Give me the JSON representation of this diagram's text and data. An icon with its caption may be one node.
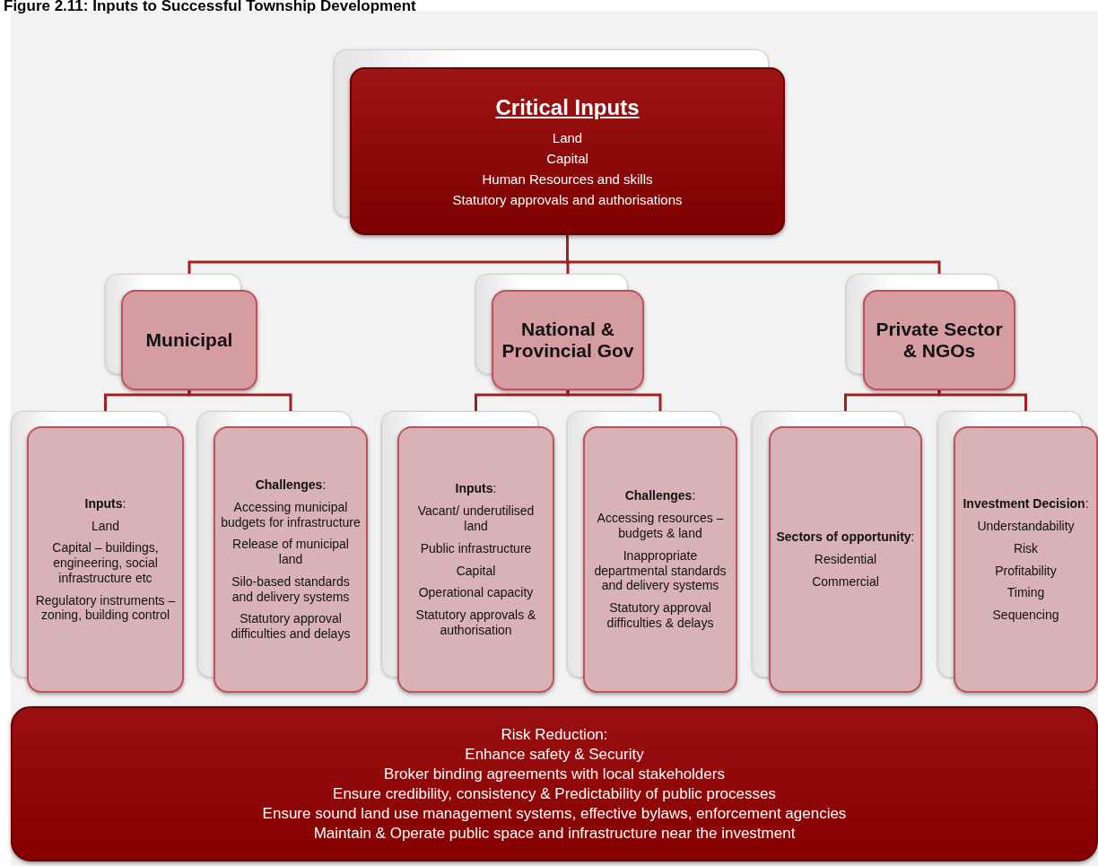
{
  "diagram": {
    "title": "Figure 2.11: Inputs to Successful Township Development",
    "nodes": [
      {
        "text": [
          "Critical Inputs",
          "Land",
          "Capital",
          "Human Resources and skills",
          "Statutory approvals and authorisations"
        ]
      },
      {
        "text": [
          "Municipal"
        ]
      },
      {
        "text": [
          "National & Provincial Gov"
        ]
      },
      {
        "text": [
          "Private Sector & NGOs"
        ]
      },
      {
        "text": [
          "**Inputs**:",
          "Land",
          "Capital – buildings, engineering, social infrastructure etc",
          "Regulatory instruments – zoning, building control"
        ]
      },
      {
        "text": [
          "**Challenges**:",
          "Accessing municipal budgets for infrastructure",
          "Release of municipal land",
          "Silo-based standards and delivery systems",
          "Statutory approval difficulties and delays"
        ]
      },
      {
        "text": [
          "**Inputs**:",
          "Vacant/ underutilised land",
          "Public infrastructure",
          "Capital",
          "Operational capacity",
          "Statutory approvals & authorisation"
        ]
      },
      {
        "text": [
          "**Challenges**:",
          "Accessing resources – budgets & land",
          "Inappropriate departmental standards and delivery systems",
          "Statutory approval difficulties & delays"
        ]
      },
      {
        "text": [
          "**Sectors of opportunity**:",
          "Residential",
          "Commercial"
        ]
      },
      {
        "text": [
          "**Investment Decision**:",
          "Understandability",
          "Risk",
          "Profitability",
          "Timing",
          "Sequencing"
        ]
      },
      {
        "text": [
          "Risk Reduction:",
          "Enhance safety & Security",
          "Broker binding agreements with local stakeholders",
          "Ensure credibility, consistency & Predictability of public processes",
          "Ensure sound land use management systems, effective bylaws, enforcement agencies",
          "Maintain & Operate public space and infrastructure near the investment"
        ]
      }
    ],
    "edges": [
      {
        "from": 0,
        "to": 1,
        "arrow": "none"
      },
      {
        "from": 0,
        "to": 2,
        "arrow": "none"
      },
      {
        "from": 0,
        "to": 3,
        "arrow": "none"
      },
      {
        "from": 1,
        "to": 4,
        "arrow": "none"
      },
      {
        "from": 1,
        "to": 5,
        "arrow": "none"
      },
      {
        "from": 2,
        "to": 6,
        "arrow": "none"
      },
      {
        "from": 2,
        "to": 7,
        "arrow": "none"
      },
      {
        "from": 3,
        "to": 8,
        "arrow": "none"
      },
      {
        "from": 3,
        "to": 9,
        "arrow": "none"
      }
    ]
  }
}
